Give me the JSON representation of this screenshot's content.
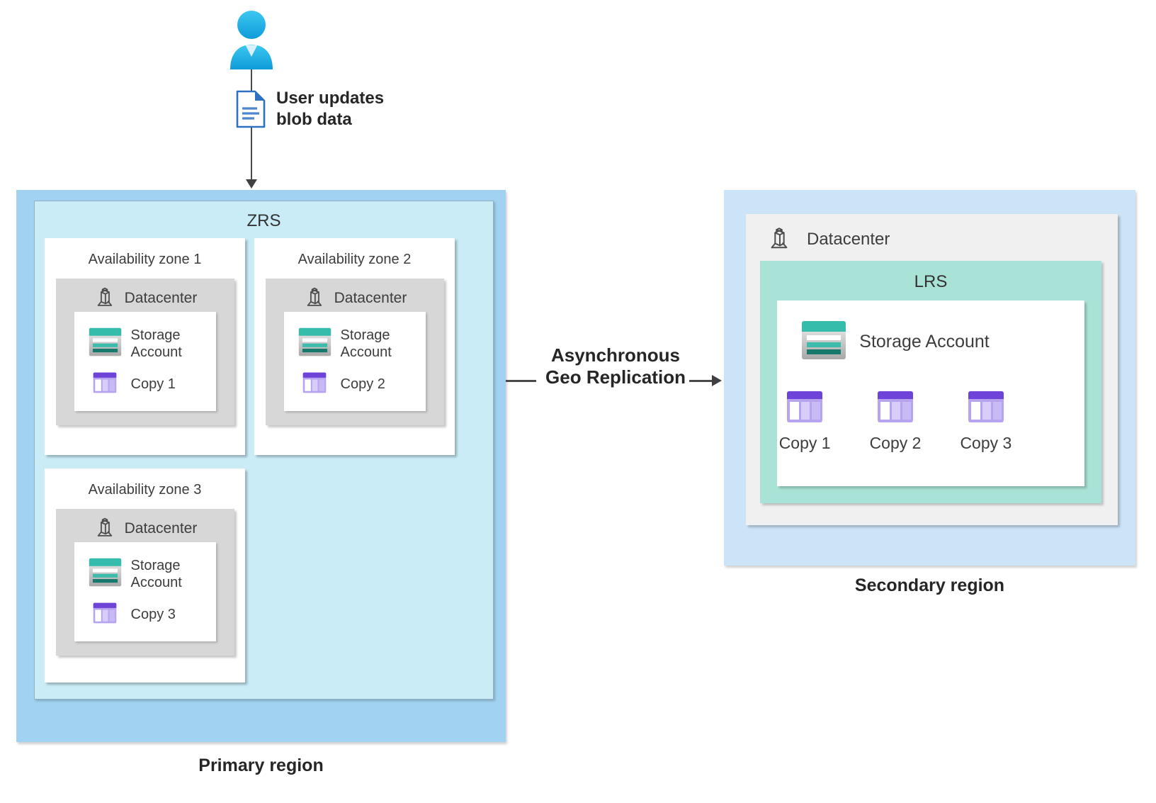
{
  "user_flow": {
    "label": "User updates blob data"
  },
  "primary": {
    "region_label": "Primary region",
    "replication_type": "ZRS",
    "zones": [
      {
        "title": "Availability zone 1",
        "datacenter": "Datacenter",
        "storage": "Storage Account",
        "copy": "Copy 1"
      },
      {
        "title": "Availability zone 2",
        "datacenter": "Datacenter",
        "storage": "Storage Account",
        "copy": "Copy 2"
      },
      {
        "title": "Availability zone 3",
        "datacenter": "Datacenter",
        "storage": "Storage Account",
        "copy": "Copy 3"
      }
    ]
  },
  "replication": {
    "line1": "Asynchronous",
    "line2": "Geo Replication"
  },
  "secondary": {
    "region_label": "Secondary region",
    "datacenter": "Datacenter",
    "replication_type": "LRS",
    "storage": "Storage Account",
    "copies": [
      "Copy 1",
      "Copy 2",
      "Copy 3"
    ]
  },
  "colors": {
    "primary_region_bg": "#a2d2f1",
    "zrs_bg": "#c9ecf7",
    "secondary_region_bg": "#cbe4f7",
    "datacenter_gray": "#d7d7d7",
    "secondary_datacenter_gray": "#f0f0f0",
    "lrs_bg": "#a9e2d6",
    "storage_teal": "#35bcab",
    "storage_teal_dark": "#16796c",
    "copy_purple": "#6d43d8",
    "copy_purple_light": "#b7a4ee",
    "person_cyan": "#1fb1e5",
    "document_blue": "#2e70c2",
    "arrow": "#404040"
  }
}
